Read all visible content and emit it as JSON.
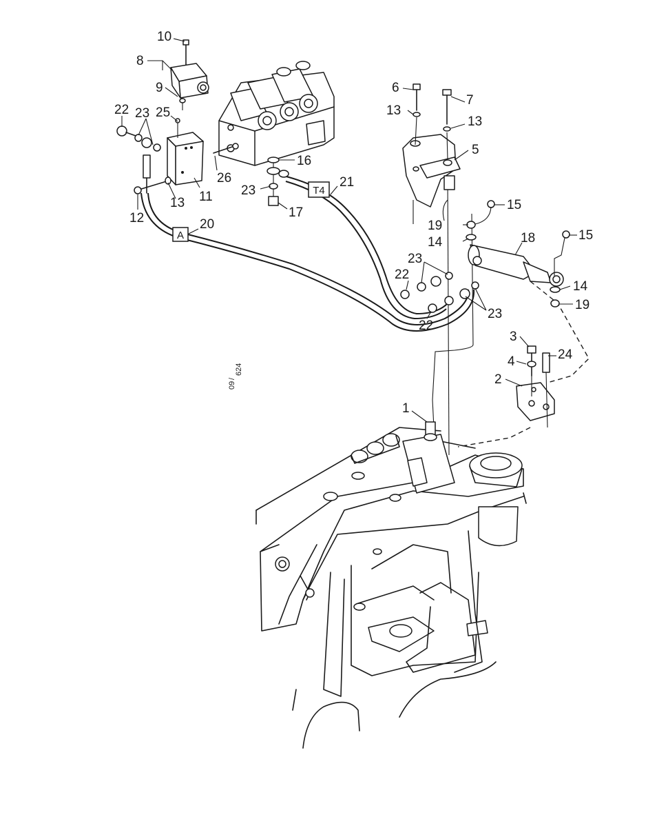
{
  "diagram": {
    "callouts": [
      "1",
      "2",
      "3",
      "4",
      "5",
      "6",
      "7",
      "8",
      "9",
      "10",
      "11",
      "12",
      "13",
      "13",
      "13",
      "14",
      "14",
      "15",
      "15",
      "16",
      "17",
      "18",
      "19",
      "19",
      "20",
      "21",
      "22",
      "22",
      "22",
      "23",
      "23",
      "23",
      "23",
      "24",
      "25",
      "26"
    ],
    "boxed_labels": [
      "A",
      "T4"
    ],
    "reference_code": [
      "09",
      "624"
    ]
  }
}
